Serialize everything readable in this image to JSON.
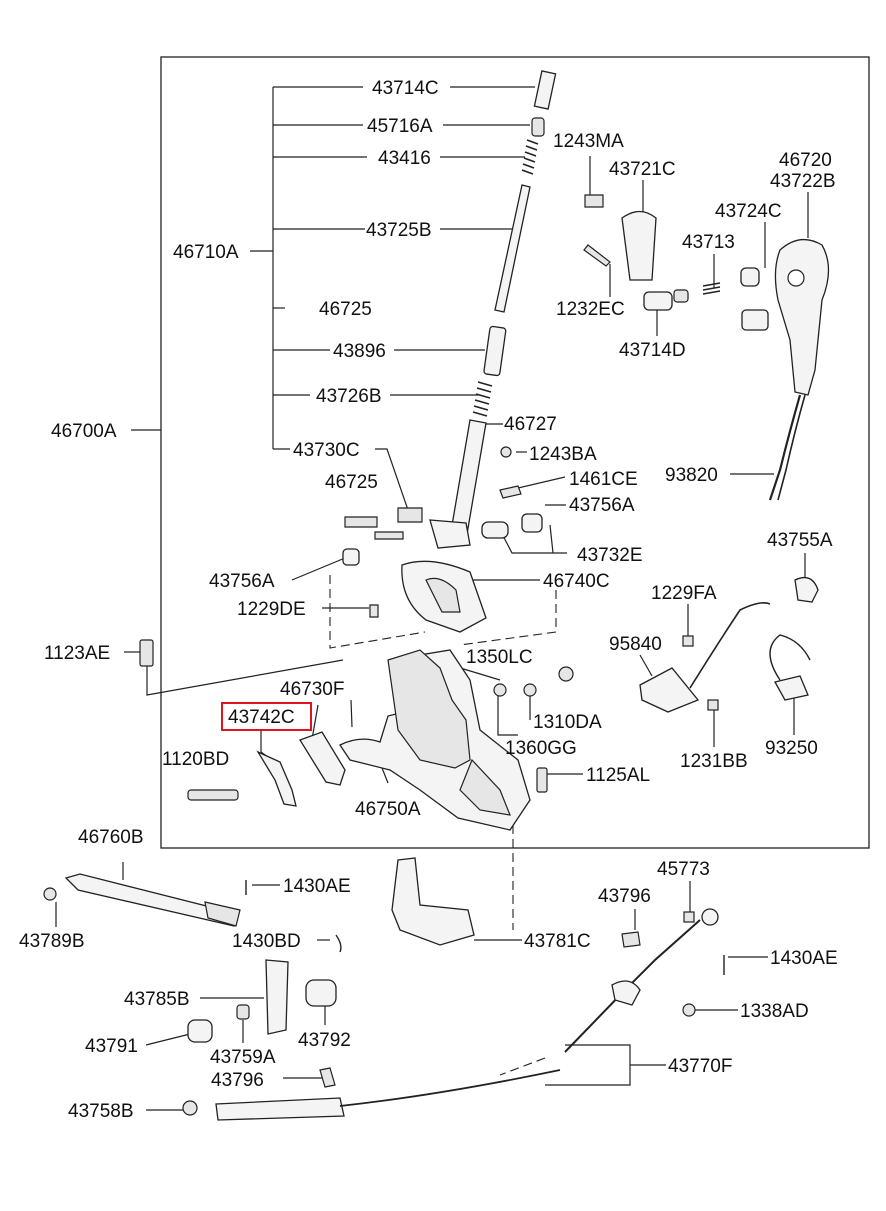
{
  "highlight_color": "#e0141c",
  "labels": {
    "p43714C": "43714C",
    "p45716A": "45716A",
    "p43416": "43416",
    "p43725B": "43725B",
    "p46710A": "46710A",
    "p46725a": "46725",
    "p43896": "43896",
    "p43726B": "43726B",
    "p46700A": "46700A",
    "p43730C": "43730C",
    "p46727": "46727",
    "p1243BA": "1243BA",
    "p1461CE": "1461CE",
    "p46725b": "46725",
    "p43756Aa": "43756A",
    "p43732E": "43732E",
    "p43756Ab": "43756A",
    "p46740C": "46740C",
    "p1229DE": "1229DE",
    "p1243MA": "1243MA",
    "p43721C": "43721C",
    "p46720": "46720",
    "p43722B": "43722B",
    "p43724C": "43724C",
    "p43713": "43713",
    "p1232EC": "1232EC",
    "p43714D": "43714D",
    "p93820": "93820",
    "p43755A": "43755A",
    "p1229FA": "1229FA",
    "p95840": "95840",
    "p1231BB": "1231BB",
    "p93250": "93250",
    "p1123AE": "1123AE",
    "p46730F": "46730F",
    "p43742C": "43742C",
    "p1350LC": "1350LC",
    "p1310DA": "1310DA",
    "p1360GG": "1360GG",
    "p1125AL": "1125AL",
    "p1120BD": "1120BD",
    "p46750A": "46750A",
    "p46760B": "46760B",
    "p1430AEa": "1430AE",
    "p43789B": "43789B",
    "p1430BD": "1430BD",
    "p43781C": "43781C",
    "p45773": "45773",
    "p43796a": "43796",
    "p1430AEb": "1430AE",
    "p43785B": "43785B",
    "p1338AD": "1338AD",
    "p43792": "43792",
    "p43791": "43791",
    "p43759A": "43759A",
    "p43770F": "43770F",
    "p43796b": "43796",
    "p43758B": "43758B"
  }
}
